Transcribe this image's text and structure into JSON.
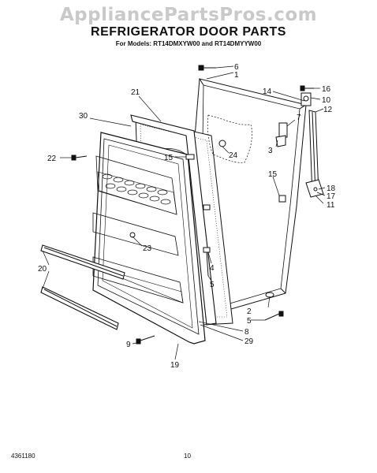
{
  "watermark": "AppliancePartsPros.com",
  "header": {
    "title": "REFRIGERATOR DOOR PARTS",
    "subtitle": "For Models: RT14DMXYW00 and RT14DMYYW00"
  },
  "callouts": [
    {
      "id": "c6",
      "label": "6"
    },
    {
      "id": "c1",
      "label": "1"
    },
    {
      "id": "c21",
      "label": "21"
    },
    {
      "id": "c30",
      "label": "30"
    },
    {
      "id": "c14",
      "label": "14"
    },
    {
      "id": "c16",
      "label": "16"
    },
    {
      "id": "c10",
      "label": "10"
    },
    {
      "id": "c7",
      "label": "7"
    },
    {
      "id": "c12",
      "label": "12"
    },
    {
      "id": "c3",
      "label": "3"
    },
    {
      "id": "c24",
      "label": "24"
    },
    {
      "id": "c22",
      "label": "22"
    },
    {
      "id": "c15a",
      "label": "15"
    },
    {
      "id": "c15b",
      "label": "15"
    },
    {
      "id": "c18",
      "label": "18"
    },
    {
      "id": "c17",
      "label": "17"
    },
    {
      "id": "c11",
      "label": "11"
    },
    {
      "id": "c23",
      "label": "23"
    },
    {
      "id": "c20",
      "label": "20"
    },
    {
      "id": "c4",
      "label": "4"
    },
    {
      "id": "c5a",
      "label": "5"
    },
    {
      "id": "c2",
      "label": "2"
    },
    {
      "id": "c5b",
      "label": "5"
    },
    {
      "id": "c9",
      "label": "9"
    },
    {
      "id": "c8",
      "label": "8"
    },
    {
      "id": "c29",
      "label": "29"
    },
    {
      "id": "c19",
      "label": "19"
    }
  ],
  "footer": {
    "code": "4361180",
    "page": "10"
  }
}
